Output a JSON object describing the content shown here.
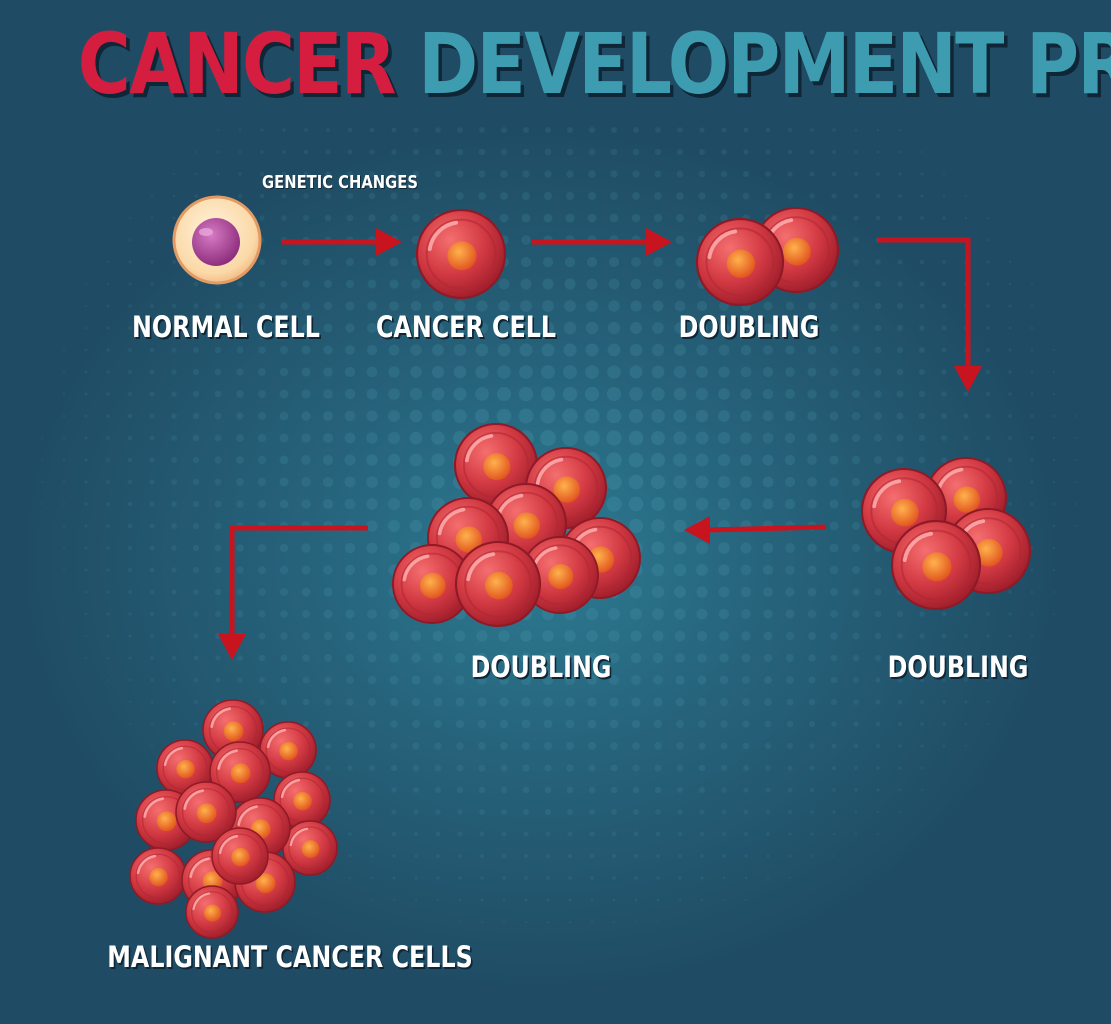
{
  "title": {
    "word_1": "CANCER",
    "word_2": "DEVELOPMENT PROCESS"
  },
  "stages": {
    "normal_cell": "NORMAL CELL",
    "genetic_changes": "GENETIC CHANGES",
    "cancer_cell": "CANCER CELL",
    "doubling_1": "DOUBLING",
    "doubling_2": "DOUBLING",
    "doubling_3": "DOUBLING",
    "malignant": "MALIGNANT CANCER CELLS"
  },
  "colors": {
    "background": "#1f4b63",
    "title_red": "#d41d3f",
    "title_teal": "#3e9cb0",
    "arrow_red": "#c8141e",
    "cell_red": "#c9353e",
    "nucleus_orange": "#f0782a",
    "normal_cell_purple": "#a54590",
    "normal_cell_cream": "#fde6c4"
  }
}
